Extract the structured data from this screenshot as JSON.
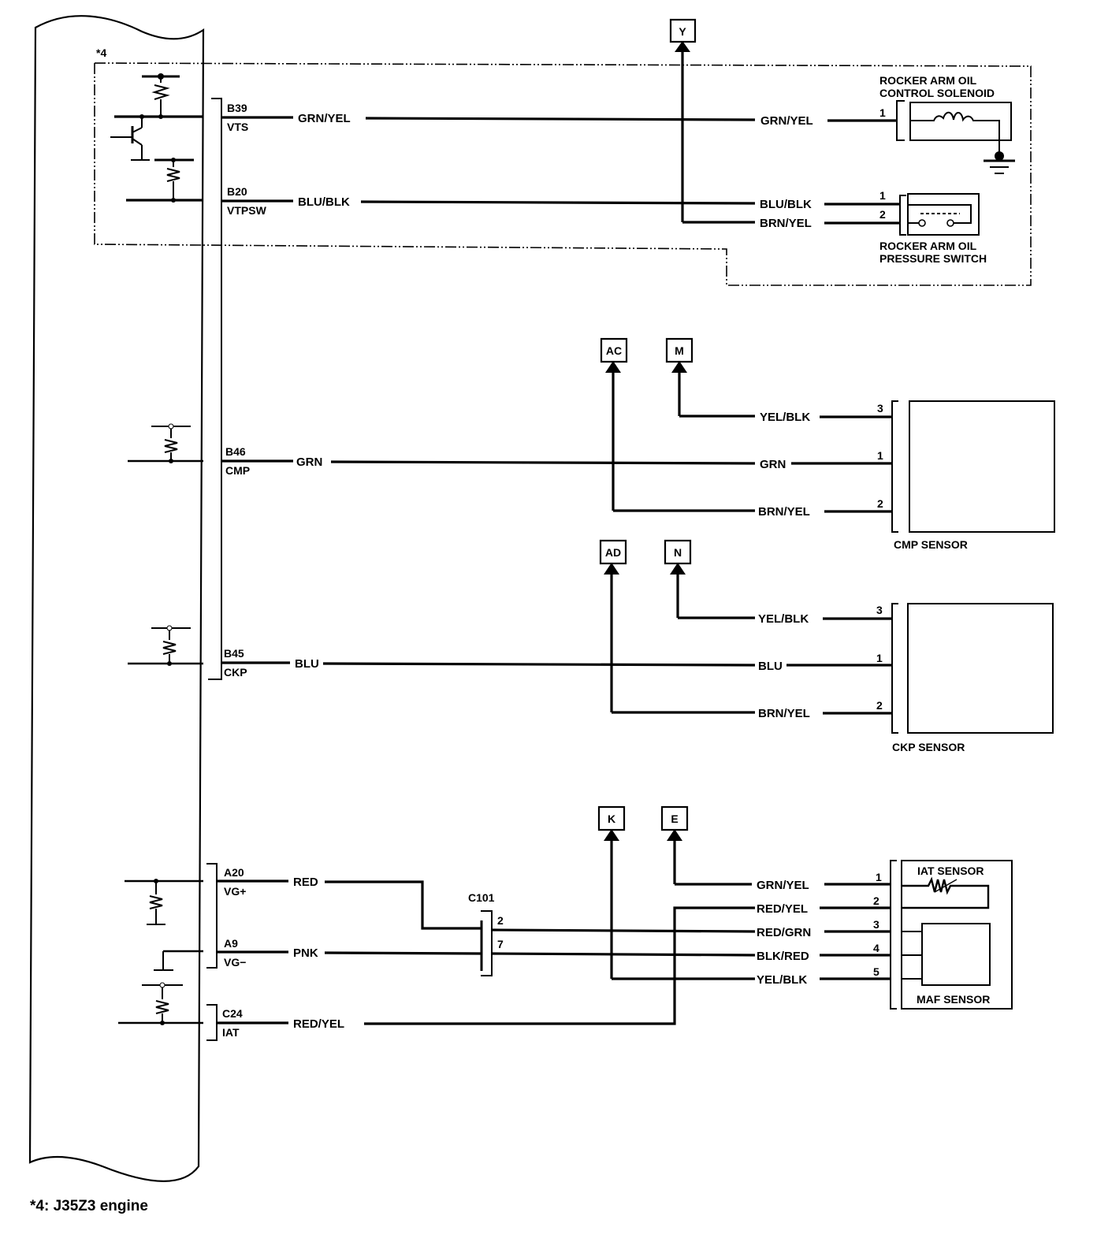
{
  "footnote_marker": "*4",
  "footnote": "*4: J35Z3 engine",
  "ecm_pins": [
    {
      "pin": "B39",
      "signal": "VTS",
      "wire": "GRN/YEL"
    },
    {
      "pin": "B20",
      "signal": "VTPSW",
      "wire": "BLU/BLK"
    },
    {
      "pin": "B46",
      "signal": "CMP",
      "wire": "GRN"
    },
    {
      "pin": "B45",
      "signal": "CKP",
      "wire": "BLU"
    },
    {
      "pin": "A20",
      "signal": "VG+",
      "wire": "RED"
    },
    {
      "pin": "A9",
      "signal": "VG−",
      "wire": "PNK"
    },
    {
      "pin": "C24",
      "signal": "IAT",
      "wire": "RED/YEL"
    }
  ],
  "connectors": {
    "y": "Y",
    "ac": "AC",
    "m": "M",
    "ad": "AD",
    "n": "N",
    "k": "K",
    "e": "E"
  },
  "solenoid": {
    "title1": "ROCKER ARM OIL",
    "title2": "CONTROL SOLENOID",
    "wire": "GRN/YEL",
    "pin": "1"
  },
  "pressure_switch": {
    "title1": "ROCKER ARM OIL",
    "title2": "PRESSURE SWITCH",
    "wires": [
      {
        "pin": "1",
        "wire": "BLU/BLK"
      },
      {
        "pin": "2",
        "wire": "BRN/YEL"
      }
    ]
  },
  "cmp_sensor": {
    "title": "CMP SENSOR",
    "wires": [
      {
        "pin": "3",
        "wire": "YEL/BLK"
      },
      {
        "pin": "1",
        "wire": "GRN"
      },
      {
        "pin": "2",
        "wire": "BRN/YEL"
      }
    ]
  },
  "ckp_sensor": {
    "title": "CKP SENSOR",
    "wires": [
      {
        "pin": "3",
        "wire": "YEL/BLK"
      },
      {
        "pin": "1",
        "wire": "BLU"
      },
      {
        "pin": "2",
        "wire": "BRN/YEL"
      }
    ]
  },
  "c101": {
    "label": "C101",
    "pins": [
      "2",
      "7"
    ]
  },
  "maf_iat": {
    "iat_title": "IAT SENSOR",
    "maf_title": "MAF SENSOR",
    "wires": [
      {
        "pin": "1",
        "wire": "GRN/YEL"
      },
      {
        "pin": "2",
        "wire": "RED/YEL"
      },
      {
        "pin": "3",
        "wire": "RED/GRN"
      },
      {
        "pin": "4",
        "wire": "BLK/RED"
      },
      {
        "pin": "5",
        "wire": "YEL/BLK"
      }
    ]
  }
}
